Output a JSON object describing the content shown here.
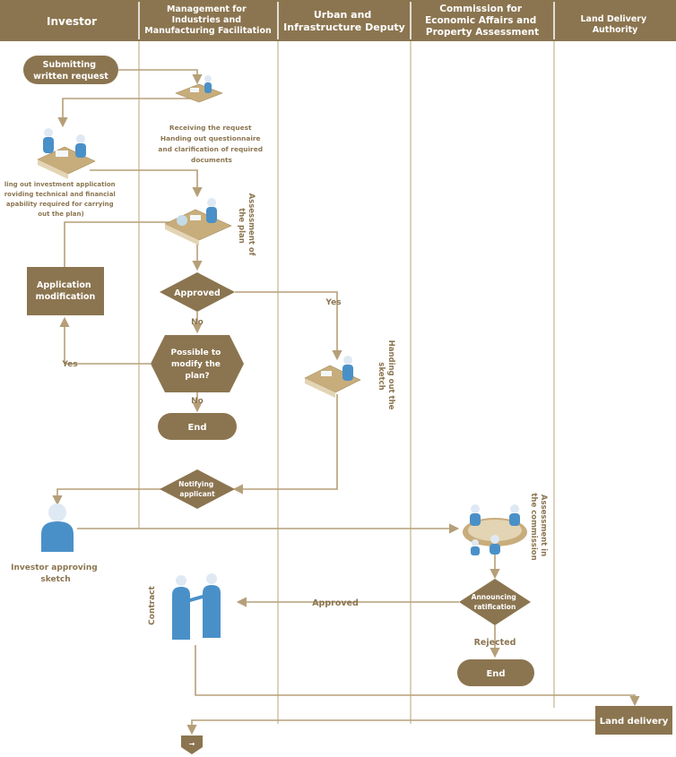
{
  "colors": {
    "brand": "#8b7550",
    "line": "#b59f78",
    "lane": "#ccbf9f",
    "person": "#4a90c8"
  },
  "lanes": [
    {
      "id": "investor",
      "lines": [
        "Investor"
      ]
    },
    {
      "id": "management",
      "lines": [
        "Management for",
        "Industries and",
        "Manufacturing Facilitation"
      ]
    },
    {
      "id": "urban",
      "lines": [
        "Urban and",
        "Infrastructure Deputy"
      ]
    },
    {
      "id": "commission",
      "lines": [
        "Commission for",
        "Economic Affairs and",
        "Property Assessment"
      ]
    },
    {
      "id": "land",
      "lines": [
        "Land Delivery",
        "Authority"
      ]
    }
  ],
  "nodes": {
    "submitting": [
      "Submitting",
      "written request"
    ],
    "receiving": [
      "Receiving the request",
      "Handing out questionnaire",
      "and clarification of required",
      "documents"
    ],
    "filling": [
      "ling out investment application",
      "roviding technical and financial",
      "apability required for carrying",
      "out the plan)"
    ],
    "assessment_plan": [
      "Assessment of",
      "the plan"
    ],
    "approved_decision": "Approved",
    "app_mod": [
      "Application",
      "modification"
    ],
    "possible": [
      "Possible to",
      "modify the",
      "plan?"
    ],
    "end1": "End",
    "handing_sketch": [
      "Handing out the",
      "sketch"
    ],
    "notifying": [
      "Notifying",
      "applicant"
    ],
    "investor_approving": [
      "Investor approving",
      "sketch"
    ],
    "assessment_commission": [
      "Assessment in",
      "the commission"
    ],
    "announcing": [
      "Announcing",
      "ratification"
    ],
    "contract": "Contract",
    "rejected": "Rejected",
    "end2": "End",
    "land_delivery": "Land delivery",
    "offpage": "→"
  },
  "edge_labels": {
    "yes_right": "Yes",
    "no_down": "No",
    "yes_left": "Yes",
    "no_down2": "No",
    "approved_left": "Approved"
  }
}
